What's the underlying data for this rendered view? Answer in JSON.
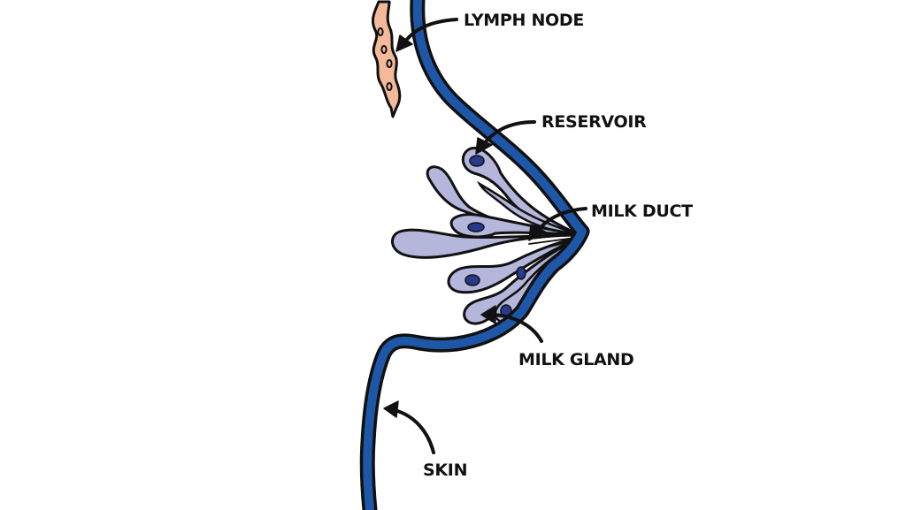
{
  "labels": {
    "lymph_node": "LYMPH NODE",
    "reservoir": "RESERVOIR",
    "milk_duct": "MILK DUCT",
    "milk_gland": "MILK GLAND",
    "skin": "SKIN"
  },
  "colors": {
    "skin": "#1e56a8",
    "gland_fill": "#b4b6dc",
    "gland_nucleus": "#273a8c",
    "lymph_node": "#f4b99a",
    "outline": "#111111",
    "background": "#ffffff"
  }
}
